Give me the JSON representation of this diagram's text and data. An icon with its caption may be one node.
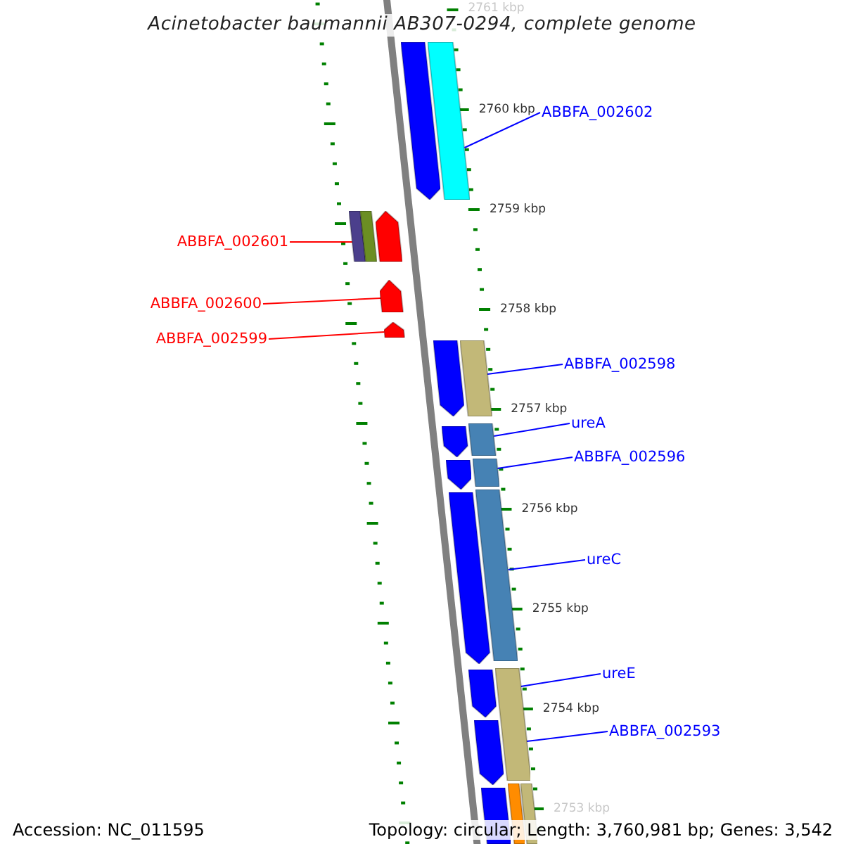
{
  "diagram": {
    "title": "Acinetobacter baumannii AB307-0294, complete genome",
    "nodes": [
      {
        "text": [
          "ABBFA_002602"
        ]
      },
      {
        "text": [],
        "shape": "bar"
      },
      {
        "text": [
          "ABBFA_002601"
        ]
      },
      {
        "text": [],
        "shape": "bar"
      },
      {
        "text": [
          "ABBFA_002600"
        ]
      },
      {
        "text": [],
        "shape": "arrow"
      },
      {
        "text": [
          "ABBFA_002599"
        ]
      },
      {
        "text": [],
        "shape": "arrow"
      },
      {
        "text": [
          "ABBFA_002598"
        ]
      },
      {
        "text": [],
        "shape": "bar"
      },
      {
        "text": [
          "ureA"
        ]
      },
      {
        "text": [],
        "shape": "bar"
      },
      {
        "text": [
          "ABBFA_002596"
        ]
      },
      {
        "text": [],
        "shape": "bar"
      },
      {
        "text": [
          "ureC"
        ]
      },
      {
        "text": [],
        "shape": "bar"
      },
      {
        "text": [
          "ureE"
        ]
      },
      {
        "text": [],
        "shape": "bar"
      },
      {
        "text": [
          "ABBFA_002593"
        ]
      },
      {
        "text": [],
        "shape": "arrow"
      },
      {
        "text": [],
        "shape": "arrow"
      },
      {
        "text": [],
        "shape": "arrow"
      },
      {
        "text": [],
        "shape": "arrow"
      },
      {
        "text": [],
        "shape": "arrow"
      },
      {
        "text": [],
        "shape": "arrow"
      },
      {
        "text": [],
        "shape": "arrow"
      },
      {
        "text": [],
        "shape": "bar"
      },
      {
        "text": [],
        "shape": "bar"
      },
      {
        "text": [],
        "shape": "bar"
      },
      {
        "text": [],
        "shape": "bar"
      },
      {
        "text": [],
        "shape": "arrow"
      }
    ],
    "edges": [
      {
        "from": 0,
        "to": 1,
        "arrow": "none"
      },
      {
        "from": 2,
        "to": 3,
        "arrow": "none",
        "color": "#ff0000"
      },
      {
        "from": 4,
        "to": 5,
        "arrow": "none",
        "color": "#ff0000"
      },
      {
        "from": 6,
        "to": 7,
        "arrow": "none",
        "color": "#ff0000"
      },
      {
        "from": 8,
        "to": 9,
        "arrow": "none"
      },
      {
        "from": 10,
        "to": 11,
        "arrow": "none"
      },
      {
        "from": 12,
        "to": 13,
        "arrow": "none"
      },
      {
        "from": 14,
        "to": 15,
        "arrow": "none"
      },
      {
        "from": 16,
        "to": 17,
        "arrow": "none"
      },
      {
        "from": 18,
        "to": 17,
        "arrow": "none"
      }
    ],
    "labels": [
      "2761 kbp",
      "2760 kbp",
      "2759 kbp",
      "2758 kbp",
      "2757 kbp",
      "2756 kbp",
      "2755 kbp",
      "2754 kbp",
      "2753 kbp",
      "Accession: NC_011595",
      "Topology: circular; Length: 3,760,981 bp; Genes: 3,542"
    ]
  }
}
